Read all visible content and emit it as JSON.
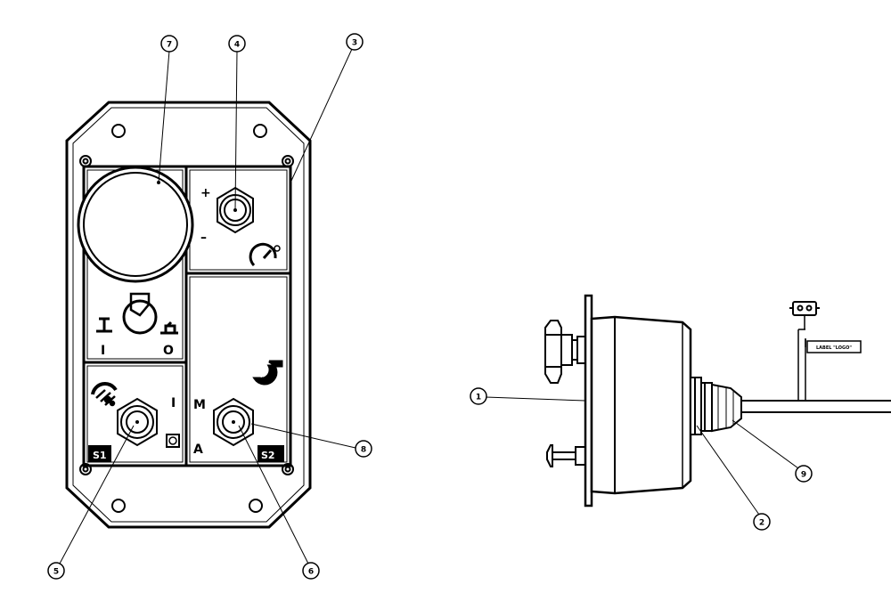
{
  "front_view": {
    "labels": {
      "plus": "+",
      "minus": "–",
      "on": "I",
      "off": "O",
      "switch_i": "I",
      "mode_m": "M",
      "mode_a": "A",
      "s1": "S1",
      "s2": "S2"
    },
    "callouts": {
      "c7": "7",
      "c4": "4",
      "c3": "3",
      "c8": "8",
      "c5": "5",
      "c6": "6"
    }
  },
  "side_view": {
    "tag_label": "LABEL \"LOGO\"",
    "callouts": {
      "c1": "1",
      "c2": "2",
      "c9": "9"
    }
  },
  "icons": [
    "engine-icon",
    "gauge-icon",
    "turbo-icon",
    "toggle-on-icon",
    "toggle-off-icon",
    "lamp-icon"
  ]
}
